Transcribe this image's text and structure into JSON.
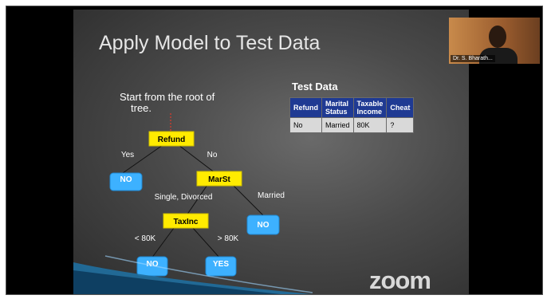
{
  "slide": {
    "title": "Apply Model to Test Data",
    "intro_line1": "Start from the root of",
    "intro_line2": "tree.",
    "test_data_title": "Test Data",
    "table": {
      "headers": [
        [
          "Refund",
          ""
        ],
        [
          "Marital",
          "Status"
        ],
        [
          "Taxable",
          "Income"
        ],
        [
          "Cheat",
          ""
        ]
      ],
      "row": [
        "No",
        "Married",
        "80K",
        "?"
      ]
    },
    "tree": {
      "root": "Refund",
      "yes_label": "Yes",
      "no_label": "No",
      "refund_yes_leaf": "NO",
      "marst": "MarSt",
      "single_divorced_label": "Single, Divorced",
      "married_label": "Married",
      "married_leaf": "NO",
      "taxinc": "TaxInc",
      "lt80k_label": "< 80K",
      "gt80k_label": "> 80K",
      "lt80k_leaf": "NO",
      "gt80k_leaf": "YES"
    }
  },
  "video": {
    "participant_name": "Dr. S. Bharath..."
  },
  "zoom_logo": "zoom",
  "colors": {
    "node_yellow": "#ffeb00",
    "leaf_blue": "#3db1ff",
    "table_header": "#1f3a93"
  }
}
